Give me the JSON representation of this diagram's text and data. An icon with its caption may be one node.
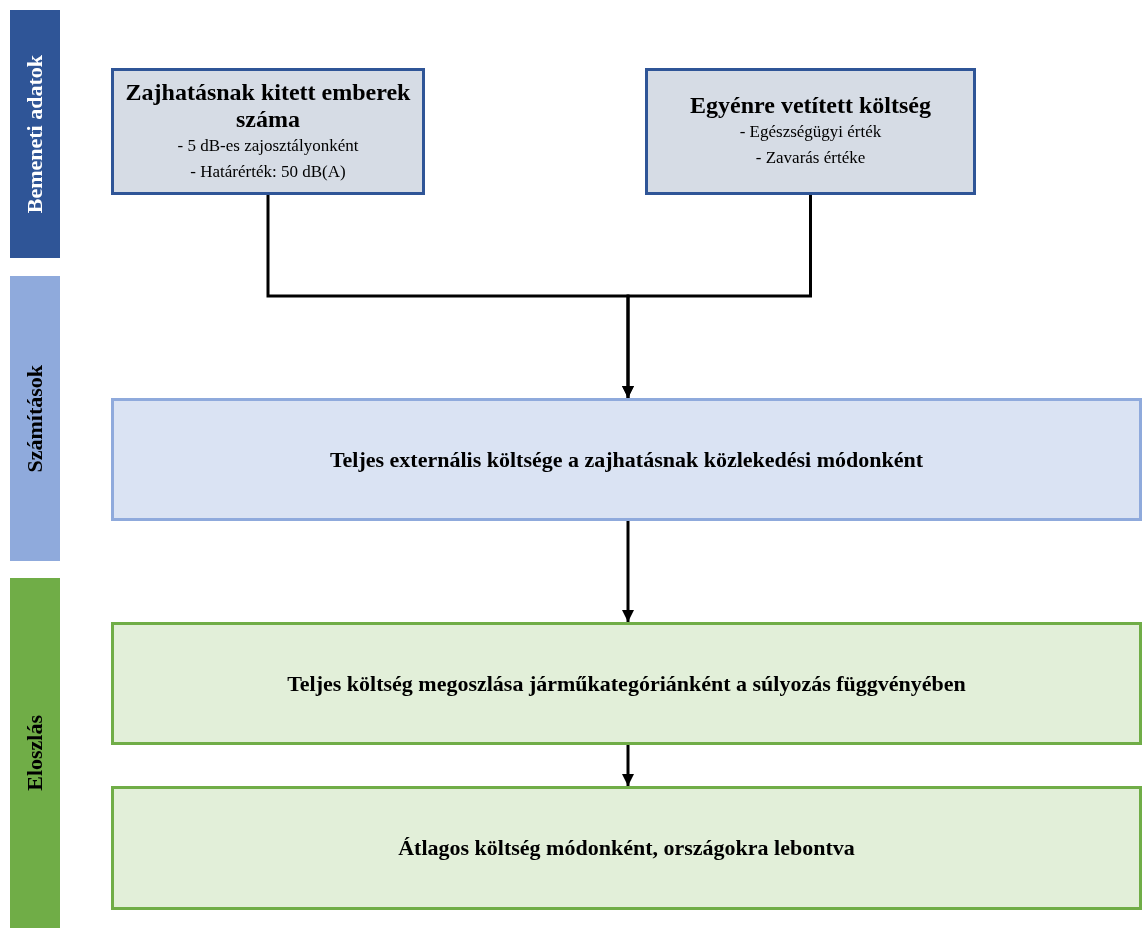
{
  "diagram": {
    "nodes": [
      {
        "text": [
          "Bemeneti adatok"
        ]
      },
      {
        "text": [
          "Számítások"
        ]
      },
      {
        "text": [
          "Eloszlás"
        ]
      },
      {
        "text": [
          "Zajhatásnak kitett emberek száma",
          "- 5 dB-es zajosztályonként",
          "- Határérték: 50 dB(A)"
        ]
      },
      {
        "text": [
          "Egyénre vetített költség",
          "- Egészségügyi érték",
          "- Zavarás értéke"
        ]
      },
      {
        "text": [
          "Teljes externális költsége a zajhatásnak közlekedési módonként"
        ]
      },
      {
        "text": [
          "Teljes költség megoszlása járműkategóriánként a súlyozás függvényében"
        ]
      },
      {
        "text": [
          "Átlagos költség módonként, országokra lebontva"
        ]
      }
    ],
    "edges": [
      {
        "from": 3,
        "to": 5,
        "arrow": "to"
      },
      {
        "from": 4,
        "to": 5,
        "arrow": "to"
      },
      {
        "from": 5,
        "to": 6,
        "arrow": "to"
      },
      {
        "from": 6,
        "to": 7,
        "arrow": "to"
      }
    ]
  }
}
